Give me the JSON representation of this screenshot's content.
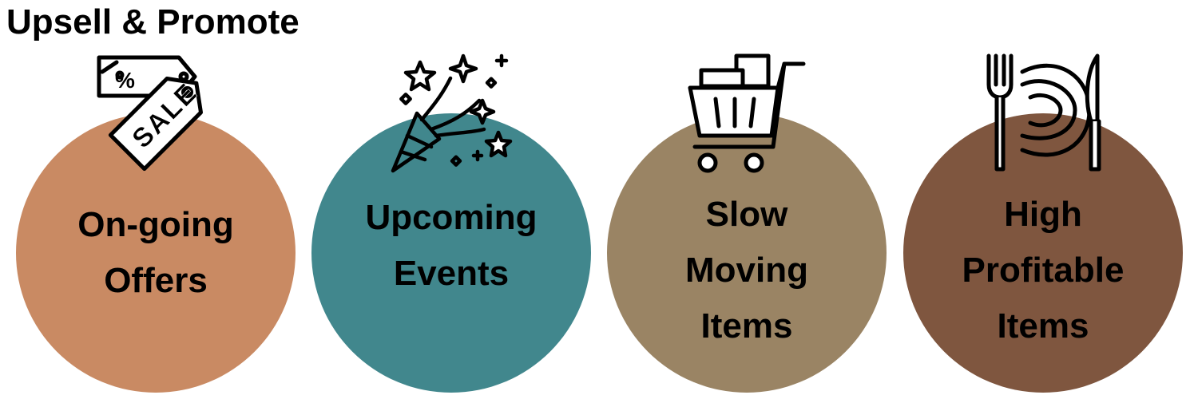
{
  "title": "Upsell & Promote",
  "items": [
    {
      "lines": [
        "On-going",
        "Offers"
      ],
      "color": "#C98A63",
      "icon": "sale-tag-icon",
      "tag_text": "SALE"
    },
    {
      "lines": [
        "Upcoming",
        "Events"
      ],
      "color": "#41878D",
      "icon": "party-popper-icon"
    },
    {
      "lines": [
        "Slow",
        "Moving",
        "Items"
      ],
      "color": "#9A8464",
      "icon": "shopping-cart-icon"
    },
    {
      "lines": [
        "High",
        "Profitable",
        "Items"
      ],
      "color": "#7F563F",
      "icon": "plate-cutlery-icon"
    }
  ]
}
